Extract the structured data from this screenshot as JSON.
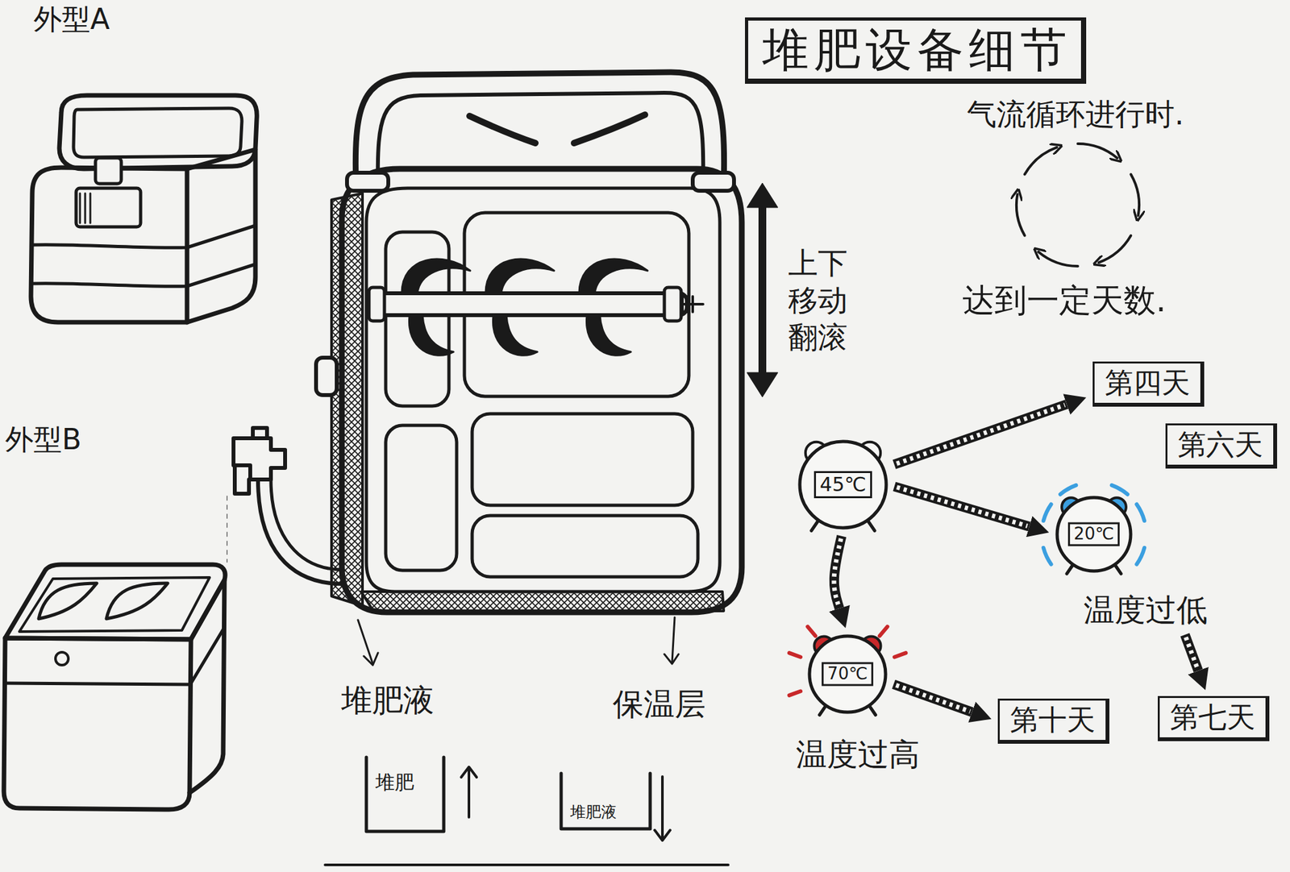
{
  "diagram": {
    "title": "堆肥设备细节",
    "nodes": [
      {
        "text": [
          "第四天"
        ]
      },
      {
        "text": [
          "第六天"
        ]
      },
      {
        "text": [
          "45℃"
        ]
      },
      {
        "text": [
          "20℃",
          "温度过低"
        ]
      },
      {
        "text": [
          "70℃",
          "温度过高"
        ]
      },
      {
        "text": [
          "第十天"
        ]
      },
      {
        "text": [
          "第七天"
        ]
      }
    ],
    "edges": [
      {
        "from": 2,
        "to": 0,
        "arrow": "to"
      },
      {
        "from": 2,
        "to": 3,
        "arrow": "to"
      },
      {
        "from": 2,
        "to": 4,
        "arrow": "to"
      },
      {
        "from": 4,
        "to": 5,
        "arrow": "to"
      },
      {
        "from": 3,
        "to": 6,
        "arrow": "to"
      }
    ],
    "labels": [
      "外型A",
      "外型B",
      "气流循环进行时.",
      "达到一定天数.",
      "上下 移动 翻滚",
      "堆肥液",
      "保温层",
      "堆肥",
      "堆肥液"
    ]
  }
}
